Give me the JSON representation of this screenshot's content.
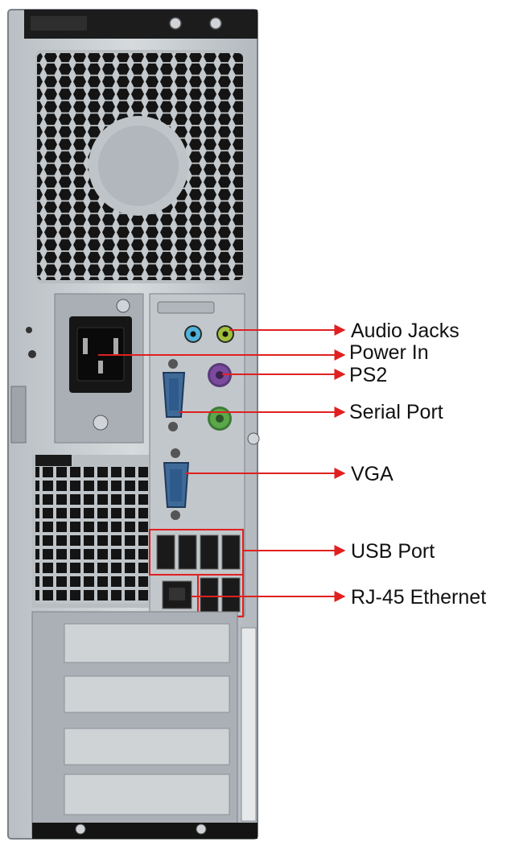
{
  "diagram": {
    "labels": {
      "audio_jacks": "Audio Jacks",
      "power_in": "Power In",
      "ps2": "PS2",
      "serial_port": "Serial Port",
      "vga": "VGA",
      "usb_port": "USB Port",
      "rj45": "RJ-45 Ethernet"
    }
  },
  "colors": {
    "callout": "#e02020",
    "chassis": "#c9ced2",
    "chassis_dark": "#8e969c",
    "fan": "#1a1a1a",
    "audio_blue": "#4fb3d9",
    "audio_green": "#9fbf3a",
    "ps2_purple": "#7b4a9e",
    "ps2_green": "#5aa84a",
    "port_blue": "#2f5a8c"
  }
}
